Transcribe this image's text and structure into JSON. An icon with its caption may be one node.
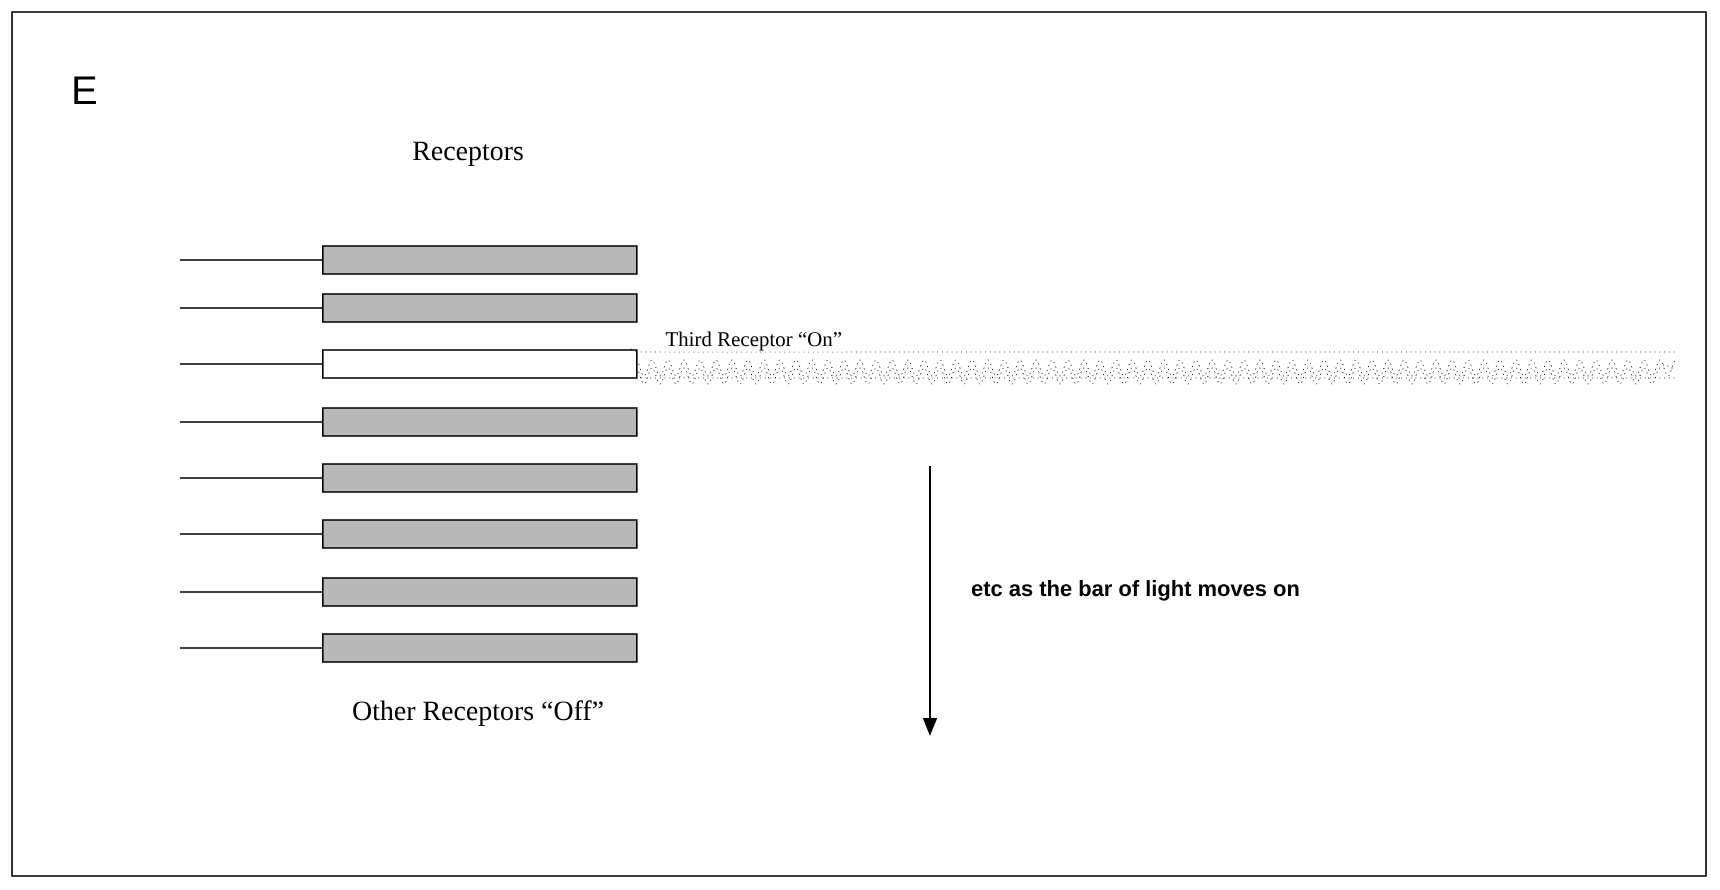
{
  "diagram": {
    "nodes": [
      {
        "text": [],
        "shape": "bar"
      },
      {
        "text": [],
        "shape": "bar"
      },
      {
        "text": [],
        "shape": "bar"
      },
      {
        "text": [],
        "shape": "bar"
      },
      {
        "text": [],
        "shape": "bar"
      },
      {
        "text": [],
        "shape": "bar"
      },
      {
        "text": [],
        "shape": "bar"
      },
      {
        "text": [],
        "shape": "bar"
      }
    ],
    "labels": [
      "E",
      "Receptors",
      "Third Receptor “On”",
      "Other Receptors “Off”",
      "etc as the bar of light moves on"
    ]
  }
}
